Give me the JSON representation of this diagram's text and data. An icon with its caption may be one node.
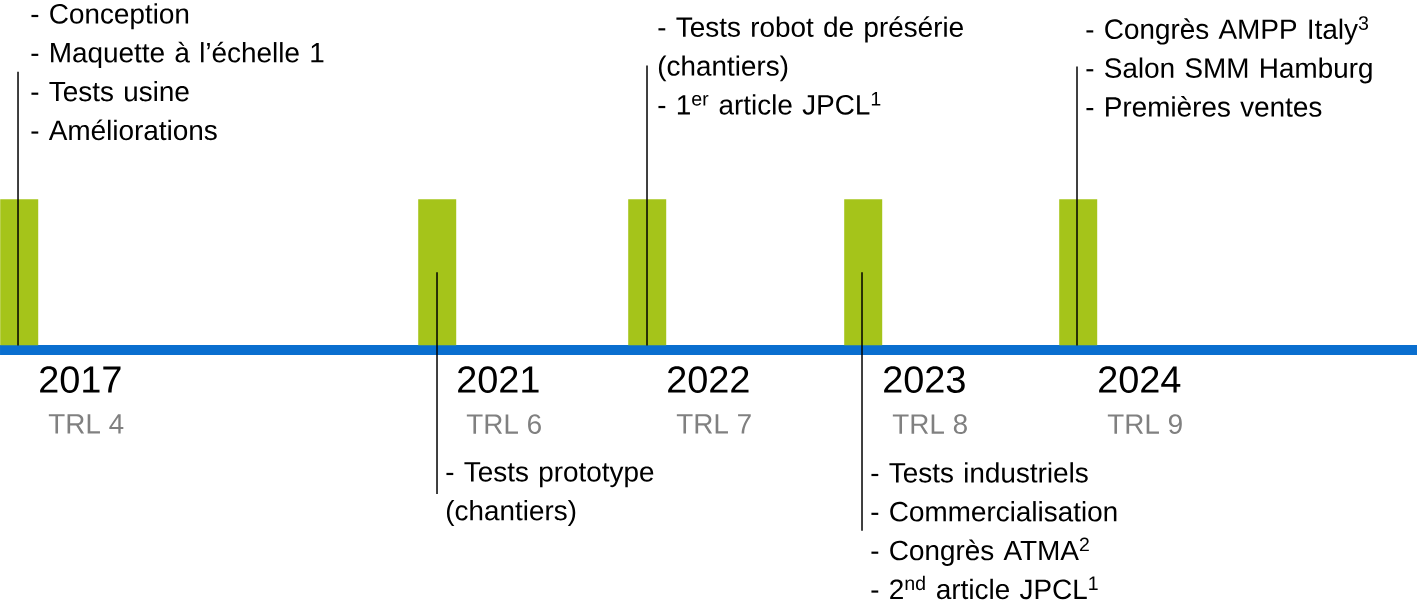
{
  "diagram": {
    "nodes": [
      {
        "text": [],
        "shape": "bar",
        "beside": [
          "2017",
          "TRL 4"
        ]
      },
      {
        "text": [],
        "shape": "bar",
        "beside": [
          "2021",
          "TRL 6"
        ]
      },
      {
        "text": [],
        "shape": "bar",
        "beside": [
          "2022",
          "TRL 7"
        ]
      },
      {
        "text": [],
        "shape": "bar",
        "beside": [
          "2023",
          "TRL 8"
        ]
      },
      {
        "text": [],
        "shape": "bar",
        "beside": [
          "2024",
          "TRL 9"
        ]
      },
      {
        "text": [
          "- Conception",
          "- Maquette à l’échelle 1",
          "- Tests usine",
          "- Améliorations"
        ]
      },
      {
        "text": [
          "- Tests prototype (chantiers)"
        ]
      },
      {
        "text": [
          "- Tests robot de présérie (chantiers)",
          "- 1$^{er}$ article JPCL$^{1}$"
        ]
      },
      {
        "text": [
          "- Tests industriels",
          "- Commercialisation",
          "- Congrès ATMA$^{2}$",
          "- 2$^{nd}$ article JPCL$^{1}$"
        ]
      },
      {
        "text": [
          "- Congrès AMPP Italy$^{3}$",
          "- Salon SMM Hamburg",
          "- Premières ventes"
        ]
      }
    ],
    "edges": [
      {
        "from": 5,
        "to": 0,
        "arrow": "none"
      },
      {
        "from": 6,
        "to": 1,
        "arrow": "none"
      },
      {
        "from": 7,
        "to": 2,
        "arrow": "none"
      },
      {
        "from": 8,
        "to": 3,
        "arrow": "none"
      },
      {
        "from": 9,
        "to": 4,
        "arrow": "none"
      }
    ]
  }
}
